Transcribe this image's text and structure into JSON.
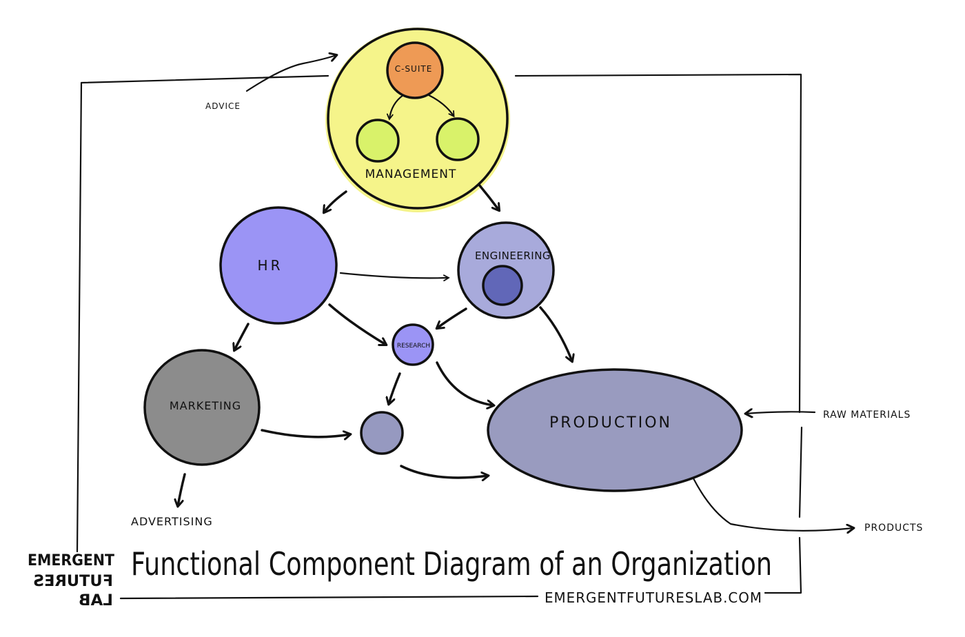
{
  "title": "Functional Component Diagram of an Organization",
  "website": "EMERGENTFUTURESLAB.COM",
  "logo": {
    "line1": "EMERGENT",
    "line2": "FUTURES",
    "line3": "LAB"
  },
  "inputs": {
    "advice": "ADVICE",
    "raw_materials": "RAW MATERIALS"
  },
  "outputs": {
    "advertising": "ADVERTISING",
    "products": "PRODUCTS"
  },
  "nodes": {
    "csuite": "C-SUITE",
    "management": "MANAGEMENT",
    "hr": "HR",
    "engineering": "ENGINEERING",
    "research": "RESEARCH",
    "marketing": "MARKETING",
    "production": "PRODUCTION"
  },
  "colors": {
    "management": "#f5f48a",
    "csuite": "#ee9a55",
    "sub_management": "#d9f26a",
    "hr": "#9b94f5",
    "engineering": "#a8aadb",
    "engineering_core": "#6167b8",
    "research": "#9b94f5",
    "marketing": "#8c8c8c",
    "unnamed_unit": "#9699c0",
    "production": "#999bbf"
  }
}
